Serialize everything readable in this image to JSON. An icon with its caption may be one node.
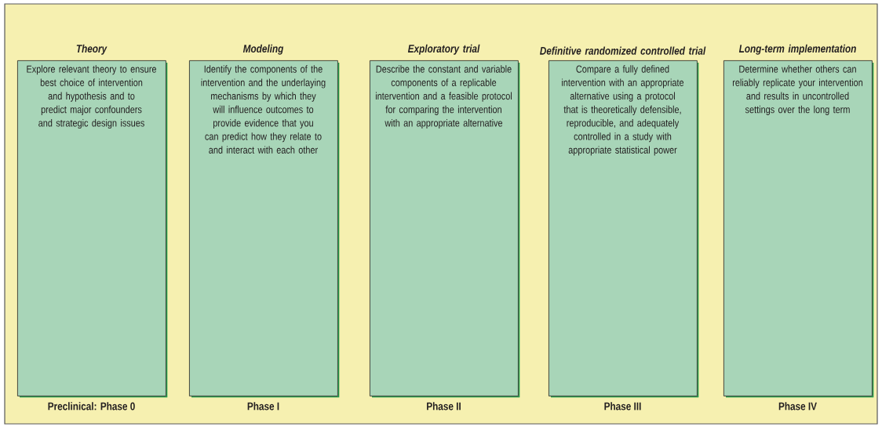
{
  "diagram": {
    "nodes": [
      {
        "text": [
          "Theory",
          "Explore relevant theory to ensure best choice of intervention and hypothesis and to predict major confounders and strategic design issues"
        ],
        "beside": [
          "Preclinical: Phase 0"
        ]
      },
      {
        "text": [
          "Modeling",
          "Identify the components of the intervention and the underlaying mechanisms by which they will influence outcomes to provide evidence that you can predict how they relate to and interact with each other"
        ],
        "beside": [
          "Phase I"
        ]
      },
      {
        "text": [
          "Exploratory trial",
          "Describe the constant and variable components of a replicable intervention and a feasible protocol for comparing the intervention with an appropriate alternative"
        ],
        "beside": [
          "Phase II"
        ]
      },
      {
        "text": [
          "Definitive randomized controlled trial",
          "Compare a fully defined intervention with an appropriate alternative using a protocol that is theoretically defensible, reproducible, and adequately controlled in a study with appropriate statistical power"
        ],
        "beside": [
          "Phase III"
        ]
      },
      {
        "text": [
          "Long-term implementation",
          "Determine whether others can reliably replicate your intervention and results in uncontrolled settings over the long term"
        ],
        "beside": [
          "Phase IV"
        ]
      }
    ]
  }
}
